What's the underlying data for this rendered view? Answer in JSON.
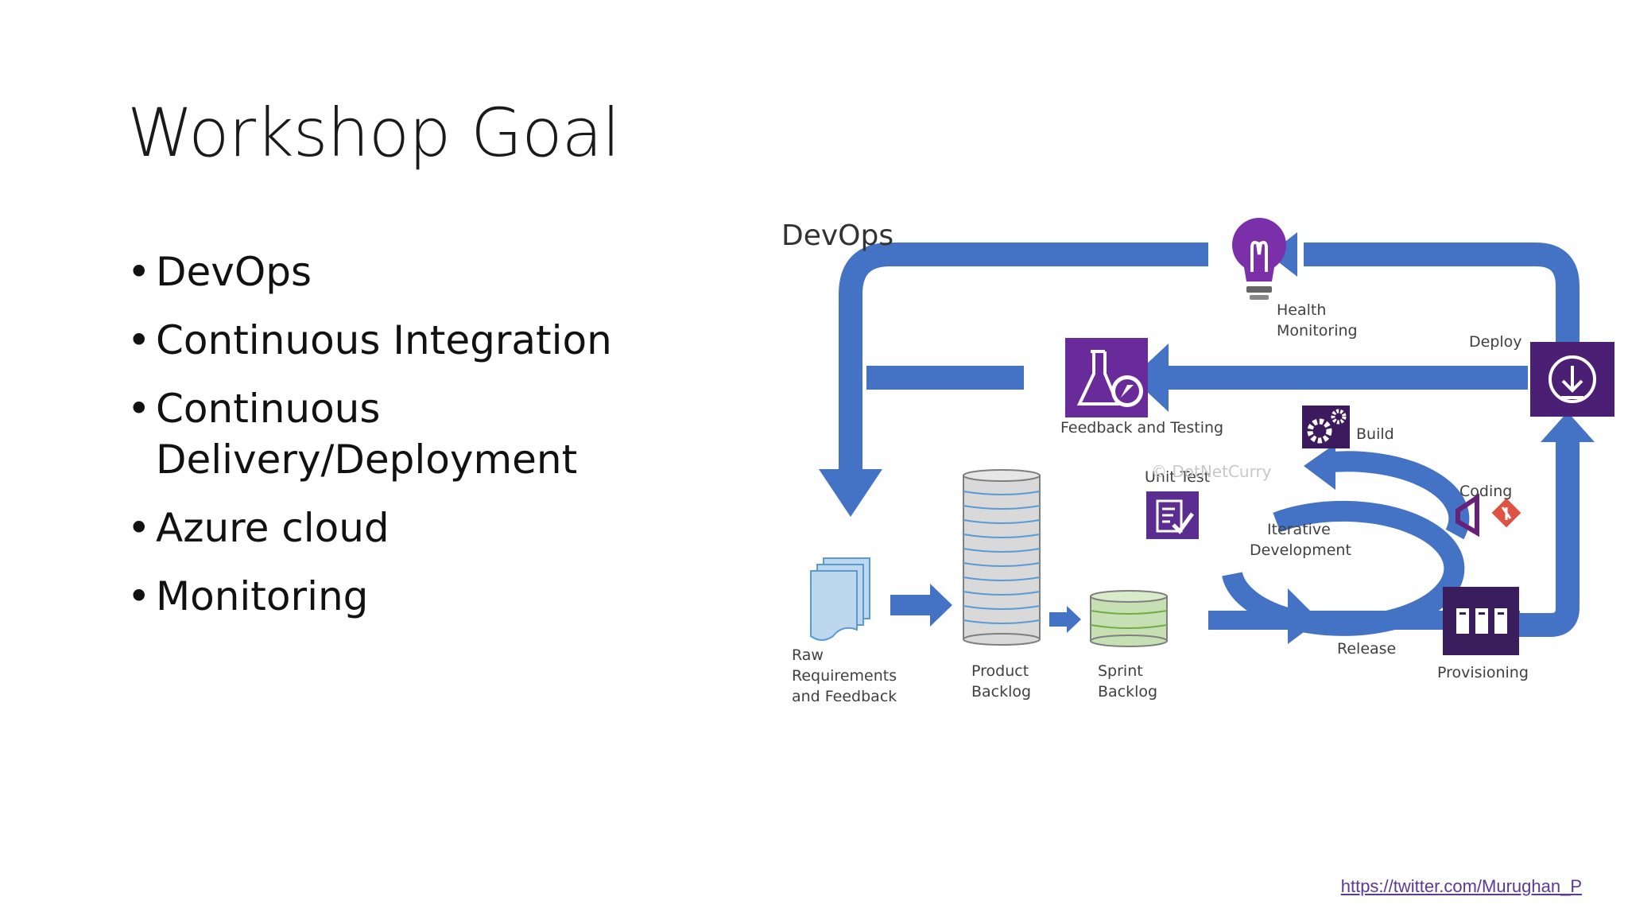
{
  "slide": {
    "title": "Workshop Goal",
    "bullets": [
      "DevOps",
      "Continuous Integration",
      "Continuous Delivery/Deployment",
      "Azure cloud",
      "Monitoring"
    ],
    "footer_link": "https://twitter.com/Murughan_P"
  },
  "diagram": {
    "title": "DevOps",
    "watermark": "© DotNetCurry",
    "labels": {
      "health_1": "Health",
      "health_2": "Monitoring",
      "deploy": "Deploy",
      "feedback": "Feedback and Testing",
      "build": "Build",
      "unit_test": "Unit Test",
      "coding": "Coding",
      "iterative_1": "Iterative",
      "iterative_2": "Development",
      "release": "Release",
      "provisioning": "Provisioning",
      "raw_1": "Raw",
      "raw_2": "Requirements",
      "raw_3": "and Feedback",
      "product_1": "Product",
      "product_2": "Backlog",
      "sprint_1": "Sprint",
      "sprint_2": "Backlog"
    },
    "colors": {
      "arrow_blue": "#4472c4",
      "icon_purple": "#5c2d91",
      "backlog_gray": "#d9d9d9",
      "sprint_green": "#c6e0b4",
      "doc_blue": "#bdd7ee"
    },
    "icons": [
      "lightbulb-icon",
      "flask-icon",
      "download-icon",
      "gears-icon",
      "checklist-icon",
      "visual-studio-icon",
      "git-icon",
      "servers-icon",
      "documents-icon",
      "database-icon"
    ]
  }
}
